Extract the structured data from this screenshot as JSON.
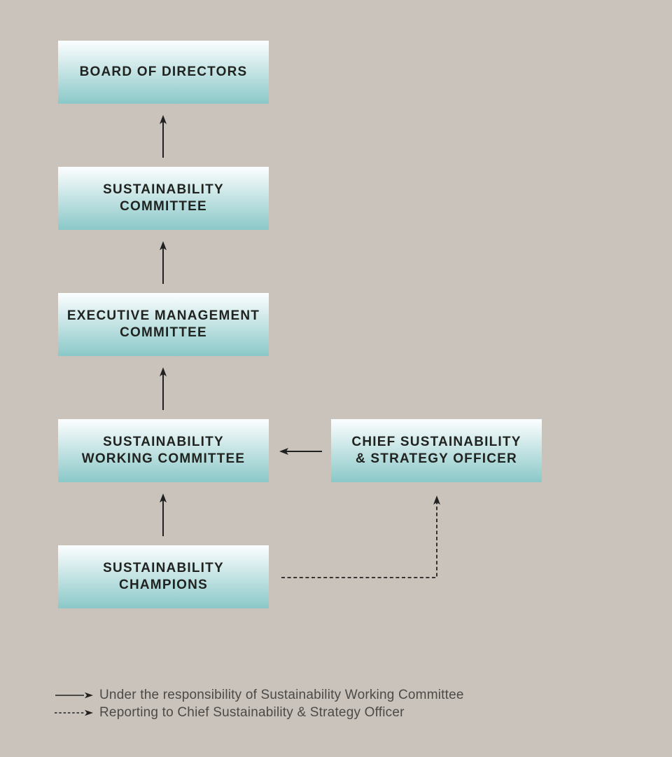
{
  "colors": {
    "background": "#c9c3bc",
    "box_top": "#fcfeff",
    "box_bottom": "#8bc8c8",
    "box_text": "#20231f",
    "line_color": "#212121",
    "legend_text": "#4c4a47"
  },
  "nodes": {
    "board_of_directors": {
      "lines": [
        "BOARD OF DIRECTORS"
      ]
    },
    "sustainability_committee": {
      "lines": [
        "SUSTAINABILITY",
        "COMMITTEE"
      ]
    },
    "executive_management_committee": {
      "lines": [
        "EXECUTIVE MANAGEMENT",
        "COMMITTEE"
      ]
    },
    "sustainability_working_committee": {
      "lines": [
        "SUSTAINABILITY",
        "WORKING COMMITTEE"
      ]
    },
    "chief_sustainability_strategy_officer": {
      "lines": [
        "CHIEF SUSTAINABILITY",
        "& STRATEGY OFFICER"
      ]
    },
    "sustainability_champions": {
      "lines": [
        "SUSTAINABILITY",
        "CHAMPIONS"
      ]
    }
  },
  "edges": [
    {
      "from": "sustainability_committee",
      "to": "board_of_directors",
      "style": "solid"
    },
    {
      "from": "executive_management_committee",
      "to": "sustainability_committee",
      "style": "solid"
    },
    {
      "from": "sustainability_working_committee",
      "to": "executive_management_committee",
      "style": "solid"
    },
    {
      "from": "sustainability_champions",
      "to": "sustainability_working_committee",
      "style": "solid"
    },
    {
      "from": "chief_sustainability_strategy_officer",
      "to": "sustainability_working_committee",
      "style": "solid"
    },
    {
      "from": "sustainability_champions",
      "to": "chief_sustainability_strategy_officer",
      "style": "dashed"
    }
  ],
  "legend": {
    "solid": {
      "label": "Under the responsibility of Sustainability Working Committee"
    },
    "dashed": {
      "label": "Reporting to Chief Sustainability & Strategy Officer"
    }
  }
}
